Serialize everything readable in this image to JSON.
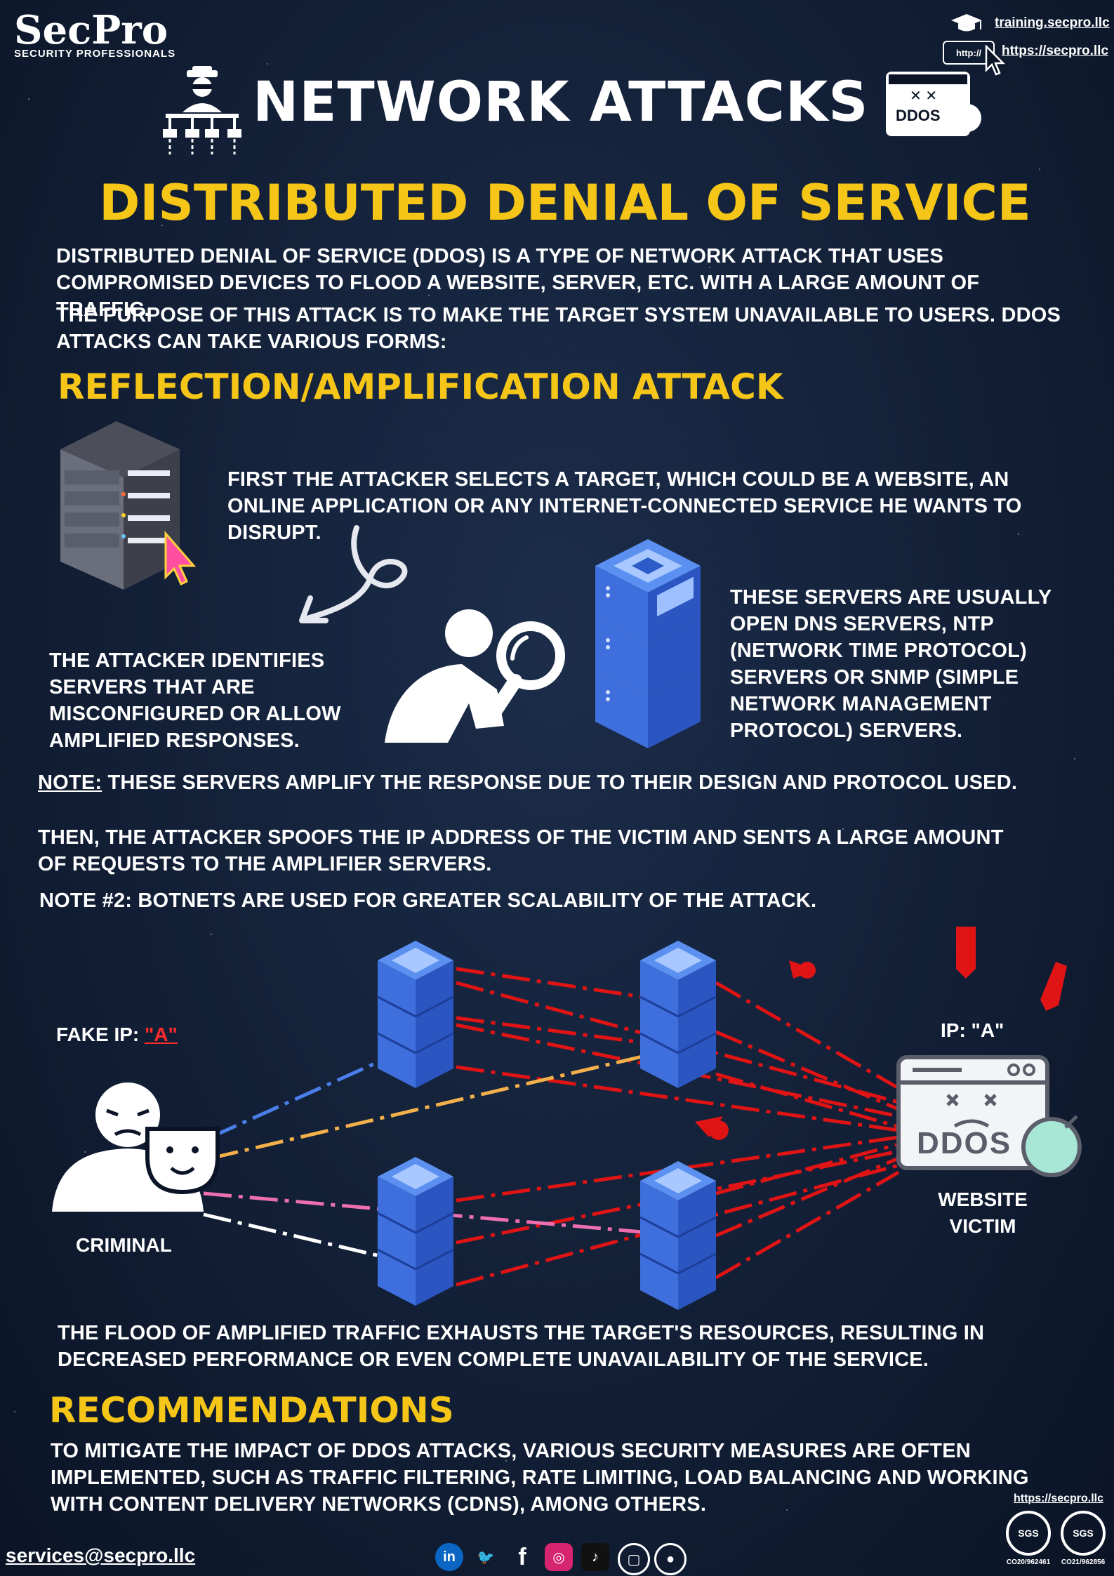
{
  "brand": {
    "name": "SecPro",
    "tagline": "SECURITY PROFESSIONALS"
  },
  "links": {
    "training": "training.secpro.llc",
    "site": "https://secpro.llc",
    "browser_prefix": "http://",
    "footer_site": "https://secpro.llc",
    "email": "services@secpro.llc"
  },
  "header": {
    "title": "NETWORK ATTACKS",
    "ddos_badge": "DDOS"
  },
  "ddos": {
    "title": "DISTRIBUTED DENIAL OF SERVICE",
    "intro1": "DISTRIBUTED DENIAL OF SERVICE (DDOS) IS A TYPE OF NETWORK ATTACK THAT USES COMPROMISED DEVICES TO FLOOD A WEBSITE, SERVER, ETC. WITH A LARGE AMOUNT OF TRAFFIC.",
    "intro2": "THE PURPOSE OF THIS ATTACK IS TO MAKE THE TARGET SYSTEM UNAVAILABLE TO USERS. DDOS ATTACKS CAN TAKE VARIOUS FORMS:"
  },
  "reflection": {
    "title": "REFLECTION/AMPLIFICATION ATTACK",
    "step1": "FIRST THE ATTACKER SELECTS A TARGET, WHICH COULD BE A WEBSITE, AN ONLINE APPLICATION OR ANY INTERNET-CONNECTED SERVICE HE WANTS TO DISRUPT.",
    "step2": "THE ATTACKER IDENTIFIES SERVERS THAT ARE MISCONFIGURED OR ALLOW AMPLIFIED RESPONSES.",
    "servers": "THESE SERVERS ARE USUALLY OPEN DNS SERVERS, NTP (NETWORK TIME PROTOCOL) SERVERS OR SNMP (SIMPLE NETWORK MANAGEMENT PROTOCOL) SERVERS.",
    "note_label": "NOTE:",
    "note": " THESE SERVERS AMPLIFY THE RESPONSE DUE TO THEIR DESIGN AND PROTOCOL USED.",
    "spoof": "THEN, THE ATTACKER SPOOFS THE IP ADDRESS OF THE VICTIM AND SENTS A LARGE AMOUNT OF REQUESTS TO THE AMPLIFIER SERVERS.",
    "note2": "NOTE #2: BOTNETS ARE USED FOR GREATER SCALABILITY OF THE ATTACK."
  },
  "diagram": {
    "fake_ip_label": "FAKE IP: ",
    "fake_ip_value": "\"A\"",
    "criminal": "CRIMINAL",
    "victim_ip": "IP: \"A\"",
    "victim_badge": "DDOS",
    "victim_label_1": "WEBSITE",
    "victim_label_2": "VICTIM"
  },
  "flood": "THE FLOOD OF AMPLIFIED TRAFFIC EXHAUSTS THE TARGET'S RESOURCES, RESULTING IN DECREASED PERFORMANCE OR EVEN COMPLETE UNAVAILABILITY OF THE SERVICE.",
  "recommendations": {
    "title": "RECOMMENDATIONS",
    "text": "TO MITIGATE THE IMPACT OF DDOS ATTACKS, VARIOUS SECURITY MEASURES ARE OFTEN IMPLEMENTED, SUCH AS TRAFFIC FILTERING, RATE LIMITING, LOAD BALANCING AND WORKING WITH CONTENT DELIVERY NETWORKS (CDNS), AMONG OTHERS."
  },
  "certs": [
    {
      "mark": "SGS",
      "code": "CO20/962461"
    },
    {
      "mark": "SGS",
      "code": "CO21/962856"
    }
  ],
  "social": [
    {
      "icon": "linkedin-icon",
      "glyph": "in",
      "color": "#0a66c2"
    },
    {
      "icon": "twitter-icon",
      "glyph": "🐦",
      "color": "transparent"
    },
    {
      "icon": "facebook-icon",
      "glyph": "f",
      "color": "transparent"
    },
    {
      "icon": "instagram-icon",
      "glyph": "◎",
      "color": "#d6246e"
    },
    {
      "icon": "tiktok-icon",
      "glyph": "♪",
      "color": "#111111"
    },
    {
      "icon": "twitch-icon",
      "glyph": "▢",
      "color": "transparent"
    },
    {
      "icon": "github-icon",
      "glyph": "●",
      "color": "transparent"
    }
  ],
  "colors": {
    "accent": "#f5c518",
    "attack_red": "#e01414",
    "server_blue": "#3f6fdc",
    "path_blue": "#4a7ee8",
    "path_orange": "#f4b04a",
    "path_pink": "#ee6fb0",
    "path_white": "#ffffff"
  }
}
